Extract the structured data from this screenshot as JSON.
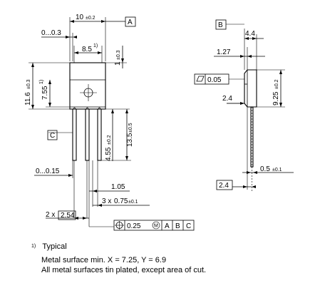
{
  "datum": {
    "a": "A",
    "b": "B",
    "c": "C"
  },
  "front": {
    "width": "10",
    "width_tol": "±0.2",
    "tab_offset": "0...0.3",
    "hole_pitch": "8.5",
    "hole_pitch_ref": "1)",
    "top_gap": "1",
    "top_gap_tol": "±0.3",
    "height": "11.6",
    "height_tol": "±0.3",
    "hole_height": "7.55",
    "hole_height_ref": "1)",
    "lead_bend": "4.55",
    "lead_bend_tol": "±0.2",
    "lead_length": "13.5",
    "lead_length_tol": "±0.5",
    "lead_offset": "0...0.15",
    "lead_gap": "1.05",
    "lead_width_count": "3 x",
    "lead_width": "0.75",
    "lead_width_tol": "±0.1",
    "pitch_count": "2 x",
    "pitch": "2.54",
    "position_tol": "0.25",
    "modifier": "M"
  },
  "side": {
    "depth": "4.4",
    "tab_thickness": "1.27",
    "flatness": "0.05",
    "step": "2.4",
    "side_height": "9.25",
    "side_height_tol": "±0.2",
    "lead_thickness": "0.5",
    "lead_thickness_tol": "±0.1",
    "lead_step": "2.4"
  },
  "notes": {
    "footnote_ref": "1)",
    "title": "Typical",
    "line1": "Metal surface min. X = 7.25, Y = 6.9",
    "line2": "All metal surfaces tin plated, except area of cut."
  },
  "icons": [
    "position-tolerance-icon",
    "flatness-icon",
    "max-material-icon"
  ]
}
